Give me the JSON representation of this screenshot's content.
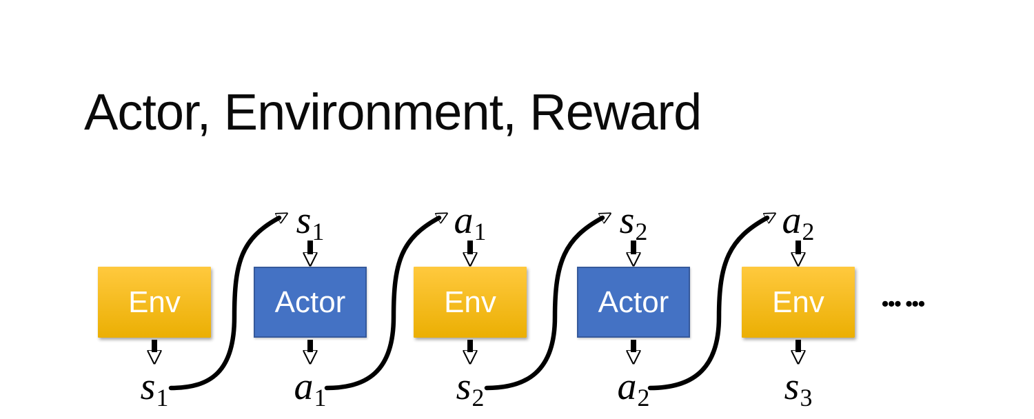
{
  "title": "Actor, Environment, Reward",
  "colors": {
    "env_gradient_top": "#FFC93E",
    "env_gradient_bottom": "#EBAF03",
    "actor_fill": "#4472C4",
    "actor_border": "#35599B",
    "arrow": "#000000",
    "box_text": "#FFFFFF",
    "title_text": "#0A0A0A"
  },
  "columns": [
    {
      "kind": "env",
      "box_label": "Env",
      "top_base": "",
      "top_sub": "",
      "bottom_base": "s",
      "bottom_sub": "1"
    },
    {
      "kind": "actor",
      "box_label": "Actor",
      "top_base": "s",
      "top_sub": "1",
      "bottom_base": "a",
      "bottom_sub": "1"
    },
    {
      "kind": "env",
      "box_label": "Env",
      "top_base": "a",
      "top_sub": "1",
      "bottom_base": "s",
      "bottom_sub": "2"
    },
    {
      "kind": "actor",
      "box_label": "Actor",
      "top_base": "s",
      "top_sub": "2",
      "bottom_base": "a",
      "bottom_sub": "2"
    },
    {
      "kind": "env",
      "box_label": "Env",
      "top_base": "a",
      "top_sub": "2",
      "bottom_base": "s",
      "bottom_sub": "3"
    }
  ],
  "ellipsis": "••• •••"
}
